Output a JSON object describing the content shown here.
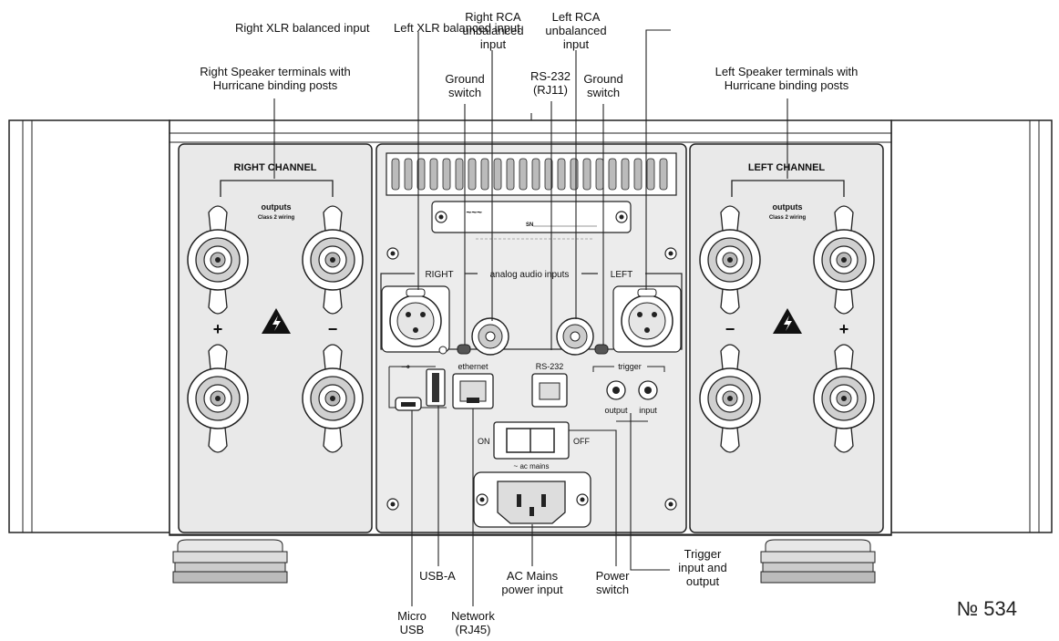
{
  "callouts": {
    "right_xlr": "Right XLR balanced input",
    "left_xlr": "Left XLR balanced input",
    "right_rca": [
      "Right RCA",
      "unbalanced",
      "input"
    ],
    "left_rca": [
      "Left RCA",
      "unbalanced",
      "input"
    ],
    "ground_switch_r": [
      "Ground",
      "switch"
    ],
    "rs232": [
      "RS-232",
      "(RJ11)"
    ],
    "ground_switch_l": [
      "Ground",
      "switch"
    ],
    "right_speaker": [
      "Right Speaker terminals with",
      "Hurricane binding posts"
    ],
    "left_speaker": [
      "Left Speaker terminals with",
      "Hurricane binding posts"
    ],
    "usb_a": "USB-A",
    "micro_usb": [
      "Micro",
      "USB"
    ],
    "network": [
      "Network",
      "(RJ45)"
    ],
    "ac_mains": [
      "AC Mains",
      "power input"
    ],
    "power_switch": [
      "Power",
      "switch"
    ],
    "trigger": [
      "Trigger",
      "input and",
      "output"
    ]
  },
  "panel": {
    "right_channel": "RIGHT CHANNEL",
    "left_channel": "LEFT CHANNEL",
    "outputs": "outputs",
    "class2": "Class 2 wiring",
    "plus": "+",
    "minus": "−",
    "right_label": "RIGHT",
    "analog": "analog audio inputs",
    "left_label": "LEFT",
    "ethernet": "ethernet",
    "rs232_port": "RS-232",
    "trigger_port": "trigger",
    "output": "output",
    "input": "input",
    "on": "ON",
    "off": "OFF",
    "ac_mains_port": "~ ac mains",
    "sn": "SN"
  },
  "figure_number": "№ 534"
}
